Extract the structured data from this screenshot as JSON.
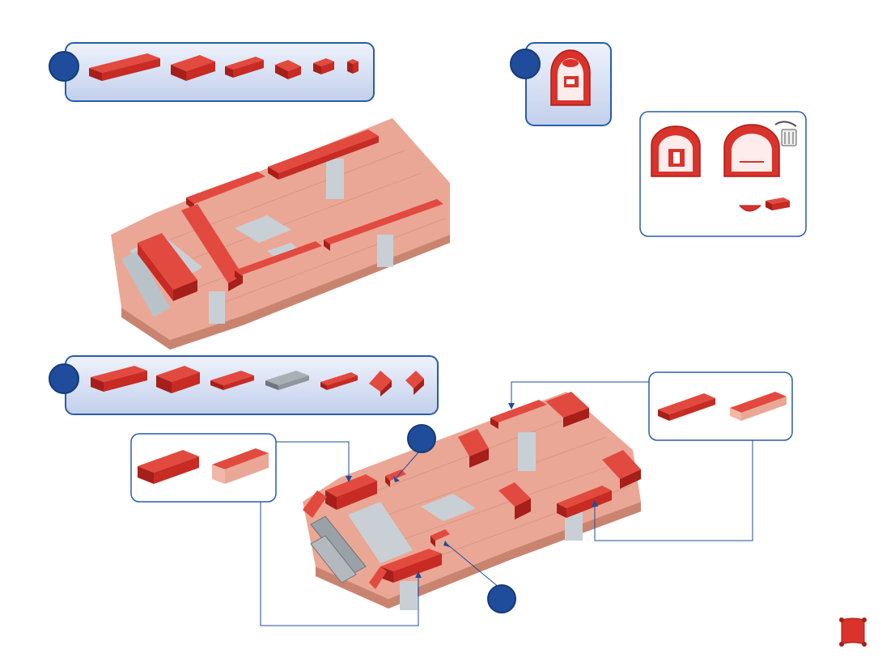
{
  "colors": {
    "accent_blue": "#1f4d9c",
    "frame_blue": "#2a5caa",
    "brick_red": "#d9332b",
    "brick_red_dark": "#a61f1a",
    "brick_pink": "#eba796",
    "brick_pink_dark": "#c98470",
    "brick_gray": "#c8d0d6",
    "plate_dark_gray": "#8f969c"
  },
  "icons": {
    "step_markers": "circle",
    "discard": "trash-can-icon",
    "page_corner": "red-flag-icon"
  },
  "parts_lists": [
    {
      "name": "step-a-parts",
      "count": 6
    },
    {
      "name": "step-b-parts",
      "count": 1
    },
    {
      "name": "step-c-parts",
      "count": 7
    }
  ]
}
